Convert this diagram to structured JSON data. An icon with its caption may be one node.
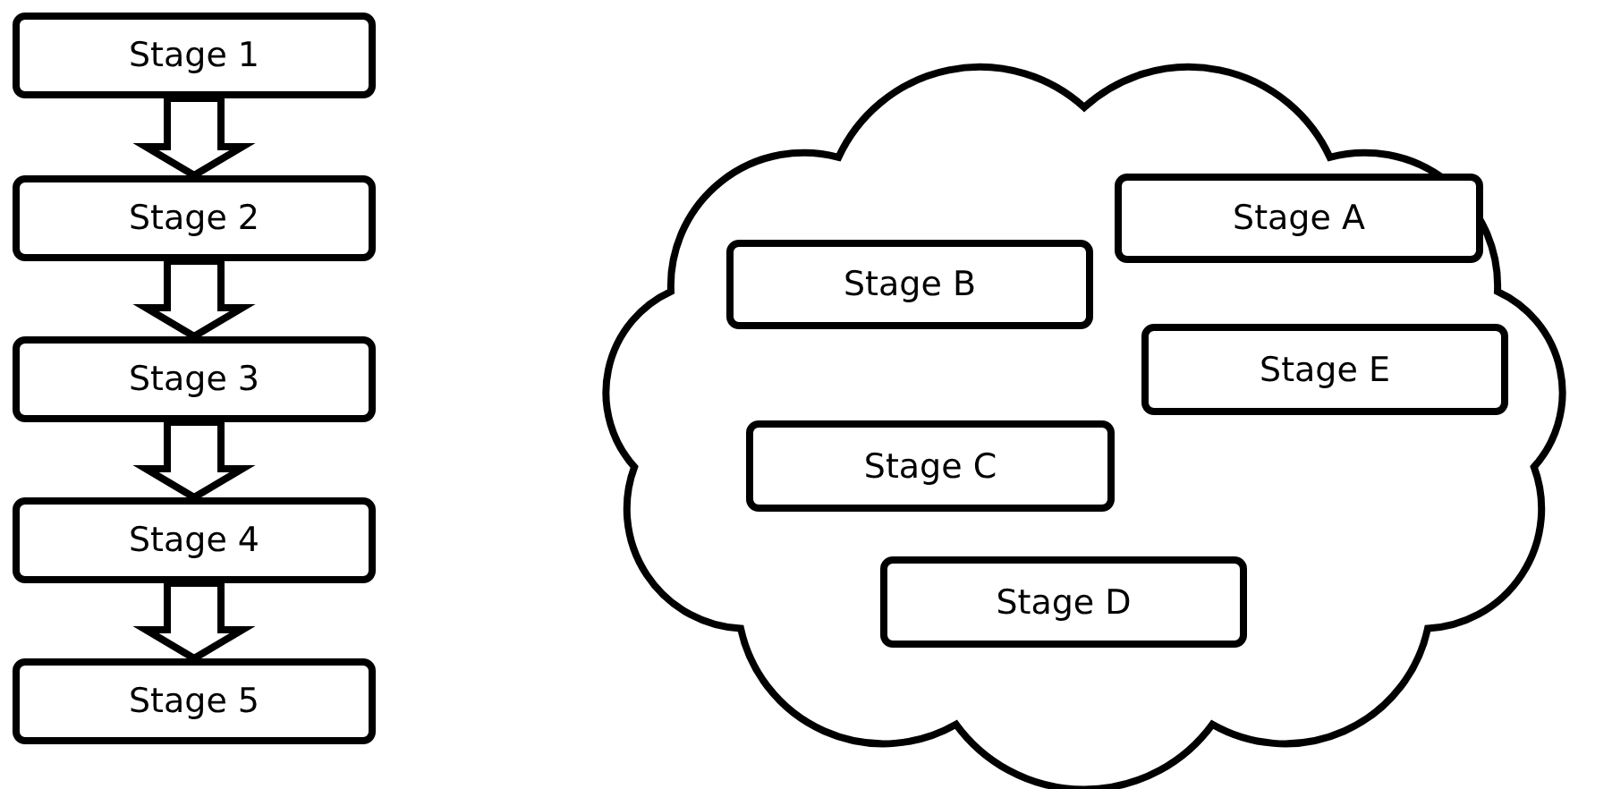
{
  "diagram": {
    "nodes": [
      {
        "text": [
          "Stage 1"
        ]
      },
      {
        "text": [
          "Stage 2"
        ]
      },
      {
        "text": [
          "Stage 3"
        ]
      },
      {
        "text": [
          "Stage 4"
        ]
      },
      {
        "text": [
          "Stage 5"
        ]
      },
      {
        "text": [],
        "shape": "cloud"
      },
      {
        "text": [
          "Stage A"
        ],
        "in": 5
      },
      {
        "text": [
          "Stage B"
        ],
        "in": 5
      },
      {
        "text": [
          "Stage E"
        ],
        "in": 5
      },
      {
        "text": [
          "Stage C"
        ],
        "in": 5
      },
      {
        "text": [
          "Stage D"
        ],
        "in": 5
      }
    ],
    "edges": [
      {
        "from": 0,
        "to": 1,
        "arrow": "to",
        "style": "thick"
      },
      {
        "from": 1,
        "to": 2,
        "arrow": "to",
        "style": "thick"
      },
      {
        "from": 2,
        "to": 3,
        "arrow": "to",
        "style": "thick"
      },
      {
        "from": 3,
        "to": 4,
        "arrow": "to",
        "style": "thick"
      }
    ]
  }
}
